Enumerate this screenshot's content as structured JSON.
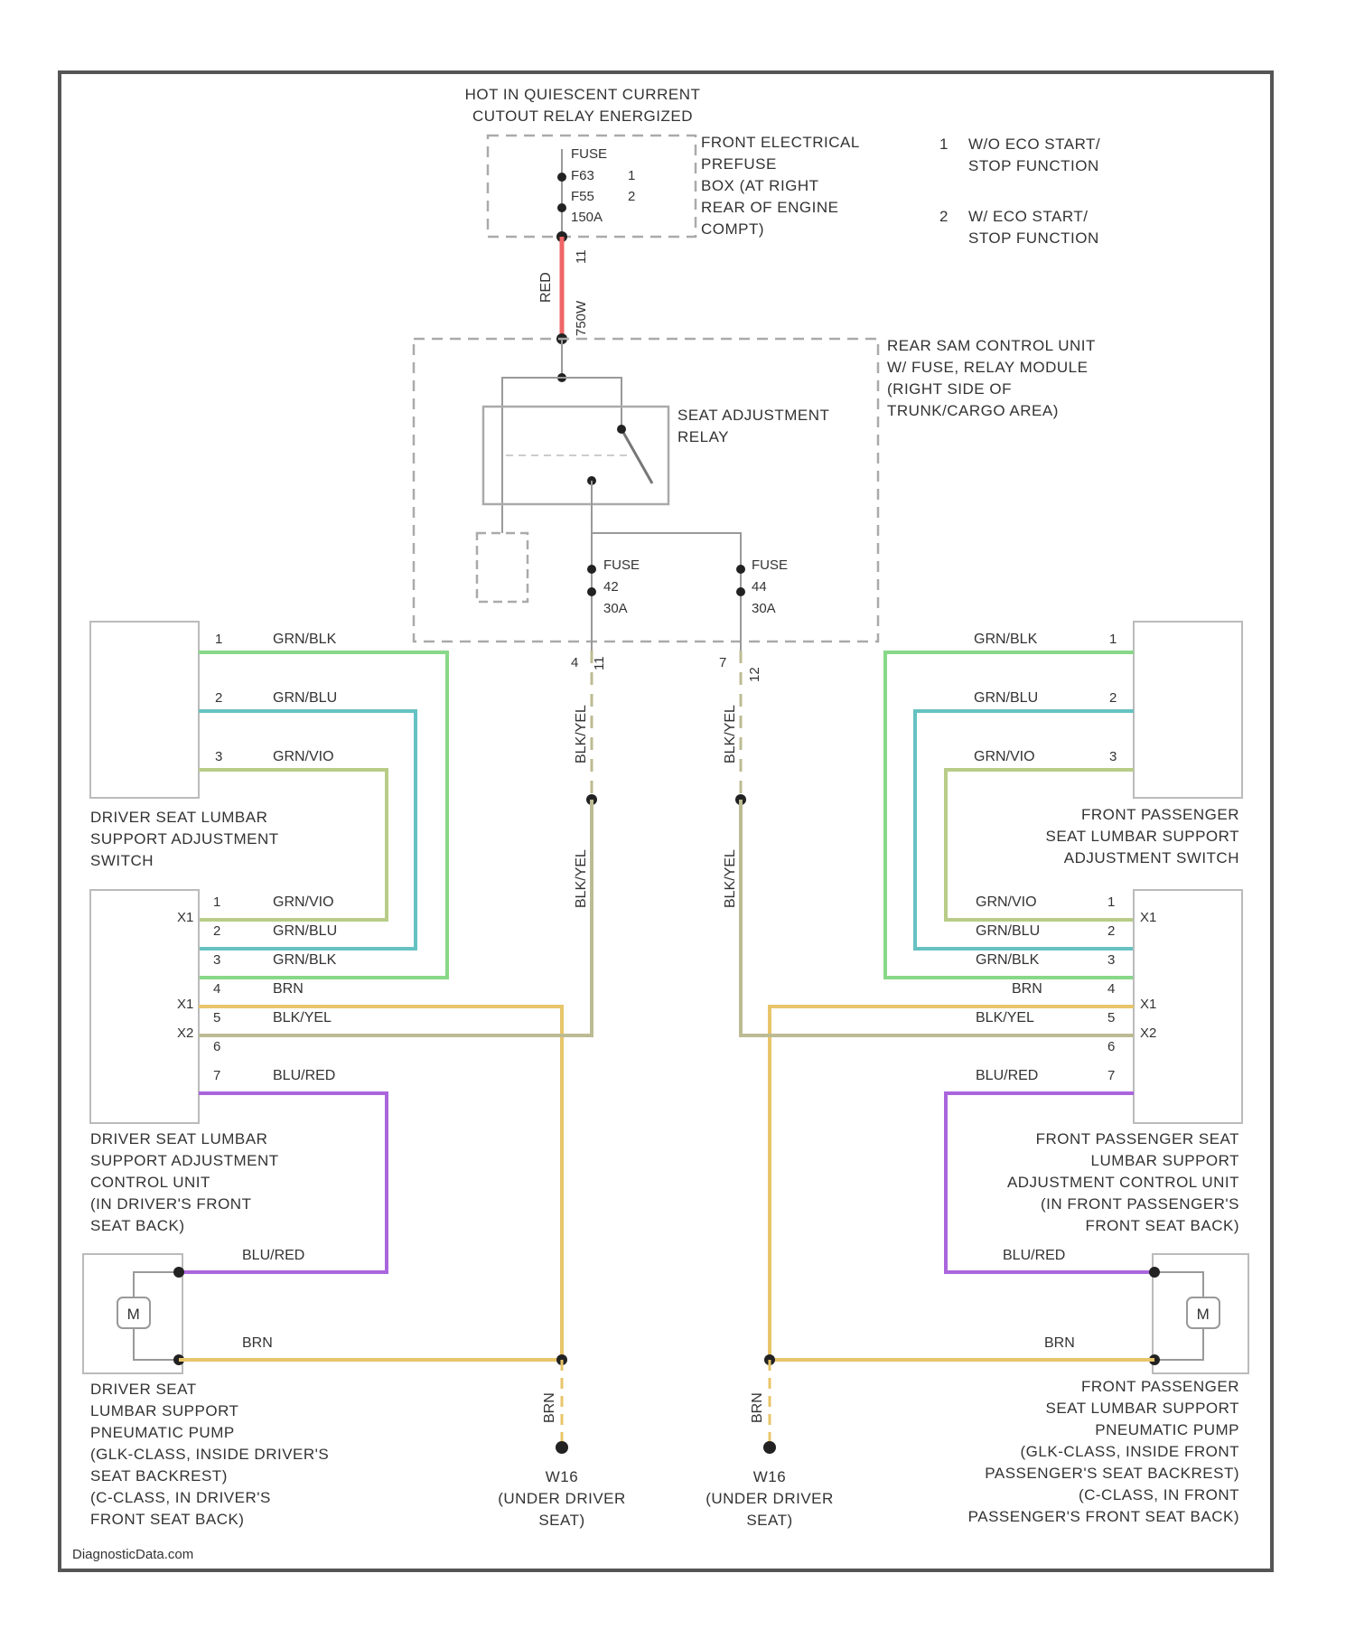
{
  "hot_in": [
    "HOT IN QUIESCENT CURRENT",
    "CUTOUT RELAY ENERGIZED"
  ],
  "top_fuse": {
    "title": "FUSE",
    "rows": [
      "F63",
      "F55",
      "150A"
    ],
    "markers": [
      "1",
      "2"
    ]
  },
  "front_fuse_box": [
    "FRONT ELECTRICAL",
    "PREFUSE",
    "BOX (AT RIGHT",
    "REAR OF ENGINE",
    "COMPT)"
  ],
  "legend": [
    {
      "num": "1",
      "lines": [
        "W/O ECO START/",
        "STOP FUNCTION"
      ]
    },
    {
      "num": "2",
      "lines": [
        "W/ ECO START/",
        "STOP FUNCTION"
      ]
    }
  ],
  "top_wire": {
    "color_label": "RED",
    "pin": "11",
    "side_text": "750W"
  },
  "rear_sam": [
    "REAR SAM CONTROL UNIT",
    "W/ FUSE, RELAY MODULE",
    "(RIGHT SIDE OF",
    "TRUNK/CARGO AREA)"
  ],
  "relay": [
    "SEAT ADJUSTMENT",
    "RELAY"
  ],
  "fuse_left": {
    "title": "FUSE",
    "id": "42",
    "amp": "30A",
    "pin_a": "4",
    "pin_b": "11",
    "wire": "BLK/YEL"
  },
  "fuse_right": {
    "title": "FUSE",
    "id": "44",
    "amp": "30A",
    "pin_a": "7",
    "pin_b": "12",
    "wire": "BLK/YEL"
  },
  "left_switch": {
    "label": [
      "DRIVER SEAT LUMBAR",
      "SUPPORT ADJUSTMENT",
      "SWITCH"
    ],
    "pins": [
      "1",
      "2",
      "3"
    ],
    "wires": [
      "GRN/BLK",
      "GRN/BLU",
      "GRN/VIO"
    ]
  },
  "right_switch": {
    "label": [
      "FRONT PASSENGER",
      "SEAT LUMBAR SUPPORT",
      "ADJUSTMENT SWITCH"
    ],
    "pins": [
      "1",
      "2",
      "3"
    ],
    "wires": [
      "GRN/BLK",
      "GRN/BLU",
      "GRN/VIO"
    ]
  },
  "left_control": {
    "label": [
      "DRIVER SEAT LUMBAR",
      "SUPPORT ADJUSTMENT",
      "CONTROL UNIT",
      "(IN DRIVER'S FRONT",
      "SEAT BACK)"
    ],
    "pins": [
      "1",
      "2",
      "3",
      "4",
      "5",
      "6",
      "7"
    ],
    "wires": [
      "GRN/VIO",
      "GRN/BLU",
      "GRN/BLK",
      "BRN",
      "BLK/YEL",
      "",
      "BLU/RED"
    ],
    "connectors": [
      "X1",
      "X1",
      "X2"
    ]
  },
  "right_control": {
    "label": [
      "FRONT PASSENGER SEAT",
      "LUMBAR SUPPORT",
      "ADJUSTMENT CONTROL UNIT",
      "(IN FRONT PASSENGER'S",
      "FRONT SEAT BACK)"
    ],
    "pins": [
      "1",
      "2",
      "3",
      "4",
      "5",
      "6",
      "7"
    ],
    "wires": [
      "GRN/VIO",
      "GRN/BLU",
      "GRN/BLK",
      "BRN",
      "BLK/YEL",
      "",
      "BLU/RED"
    ],
    "connectors": [
      "X1",
      "X1",
      "X2"
    ]
  },
  "left_pump": {
    "motor": "M",
    "wires": [
      "BLU/RED",
      "BRN"
    ],
    "label": [
      "DRIVER SEAT",
      "LUMBAR SUPPORT",
      "PNEUMATIC PUMP",
      "(GLK-CLASS, INSIDE DRIVER'S",
      "SEAT BACKREST)",
      "(C-CLASS, IN DRIVER'S",
      "FRONT SEAT BACK)"
    ]
  },
  "right_pump": {
    "motor": "M",
    "wires": [
      "BLU/RED",
      "BRN"
    ],
    "label": [
      "FRONT PASSENGER",
      "SEAT LUMBAR SUPPORT",
      "PNEUMATIC PUMP",
      "(GLK-CLASS, INSIDE FRONT",
      "PASSENGER'S SEAT BACKREST)",
      "(C-CLASS, IN FRONT",
      "PASSENGER'S FRONT SEAT BACK)"
    ]
  },
  "ground_left": {
    "wire": "BRN",
    "label": [
      "W16",
      "(UNDER DRIVER",
      "SEAT)"
    ]
  },
  "ground_right": {
    "wire": "BRN",
    "label": [
      "W16",
      "(UNDER DRIVER",
      "SEAT)"
    ]
  },
  "watermark": "DiagnosticData.com",
  "colors": {
    "red": "#ee6666",
    "green": "#88d888",
    "teal": "#66c2c2",
    "olive": "#b8cc88",
    "brown": "#e8c56a",
    "blkyel": "#bdbb93",
    "violet": "#aa66dd",
    "frame": "#555555"
  }
}
